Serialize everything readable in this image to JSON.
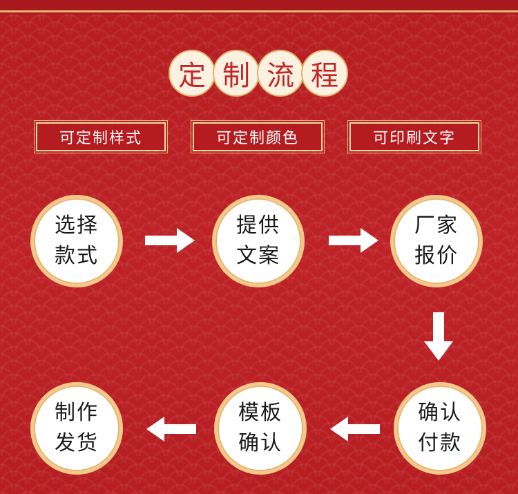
{
  "title": {
    "chars": [
      "定",
      "制",
      "流",
      "程"
    ]
  },
  "tags": [
    "可定制样式",
    "可定制颜色",
    "可印刷文字"
  ],
  "steps": [
    {
      "line1": "选择",
      "line2": "款式"
    },
    {
      "line1": "提供",
      "line2": "文案"
    },
    {
      "line1": "厂家",
      "line2": "报价"
    },
    {
      "line1": "确认",
      "line2": "付款"
    },
    {
      "line1": "模板",
      "line2": "确认"
    },
    {
      "line1": "制作",
      "line2": "发货"
    }
  ],
  "colors": {
    "background": "#b81e22",
    "gold": "#e8b874",
    "title_text": "#c0262a",
    "circle_fill": "#ffffff"
  },
  "icons": [
    "arrow-right-icon",
    "arrow-down-icon",
    "arrow-left-icon"
  ]
}
